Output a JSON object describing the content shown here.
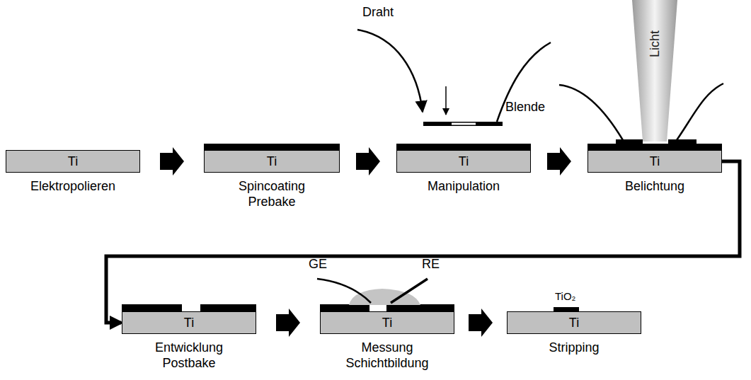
{
  "diagram": {
    "nodes": [
      {
        "text": [
          "Ti",
          "Elektropolieren"
        ]
      },
      {
        "text": [
          "Ti",
          "Spincoating Prebake"
        ]
      },
      {
        "text": [
          "Ti",
          "Manipulation"
        ]
      },
      {
        "text": [
          "Ti",
          "Belichtung"
        ]
      },
      {
        "text": [
          "Ti",
          "Entwicklung Postbake"
        ]
      },
      {
        "text": [
          "Ti",
          "Messung Schichtbildung"
        ]
      },
      {
        "text": [
          "Ti",
          "Stripping"
        ]
      }
    ],
    "edges": [
      {
        "from": 0,
        "to": 1,
        "arrow": "to"
      },
      {
        "from": 1,
        "to": 2,
        "arrow": "to"
      },
      {
        "from": 2,
        "to": 3,
        "arrow": "to"
      },
      {
        "from": 3,
        "to": 4,
        "arrow": "to"
      },
      {
        "from": 4,
        "to": 5,
        "arrow": "to"
      },
      {
        "from": 5,
        "to": 6,
        "arrow": "to"
      }
    ],
    "labels": [
      "Draht",
      "Blende",
      "Licht",
      "GE",
      "RE",
      "TiO₂"
    ]
  }
}
